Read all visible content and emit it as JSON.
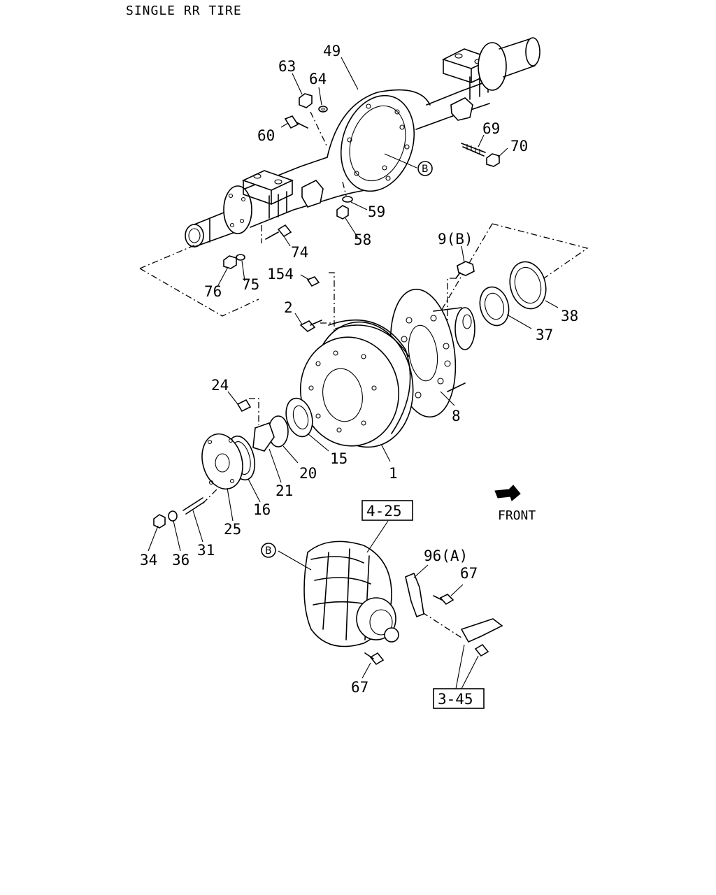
{
  "title": "SINGLE RR TIRE",
  "front_label": "FRONT",
  "refs": {
    "ref_4_25": "4-25",
    "ref_3_45": "3-45",
    "marker_b": "B"
  },
  "callouts": {
    "p49": "49",
    "p63": "63",
    "p64": "64",
    "p60": "60",
    "p69": "69",
    "p70": "70",
    "p59": "59",
    "p58": "58",
    "p74": "74",
    "p76": "76",
    "p75": "75",
    "p9b": "9(B)",
    "p38": "38",
    "p37": "37",
    "p154": "154",
    "p2": "2",
    "p24": "24",
    "p8": "8",
    "p15": "15",
    "p1": "1",
    "p20": "20",
    "p21": "21",
    "p16": "16",
    "p25": "25",
    "p31": "31",
    "p34": "34",
    "p36": "36",
    "p96a": "96(A)",
    "p67a": "67",
    "p67b": "67"
  }
}
